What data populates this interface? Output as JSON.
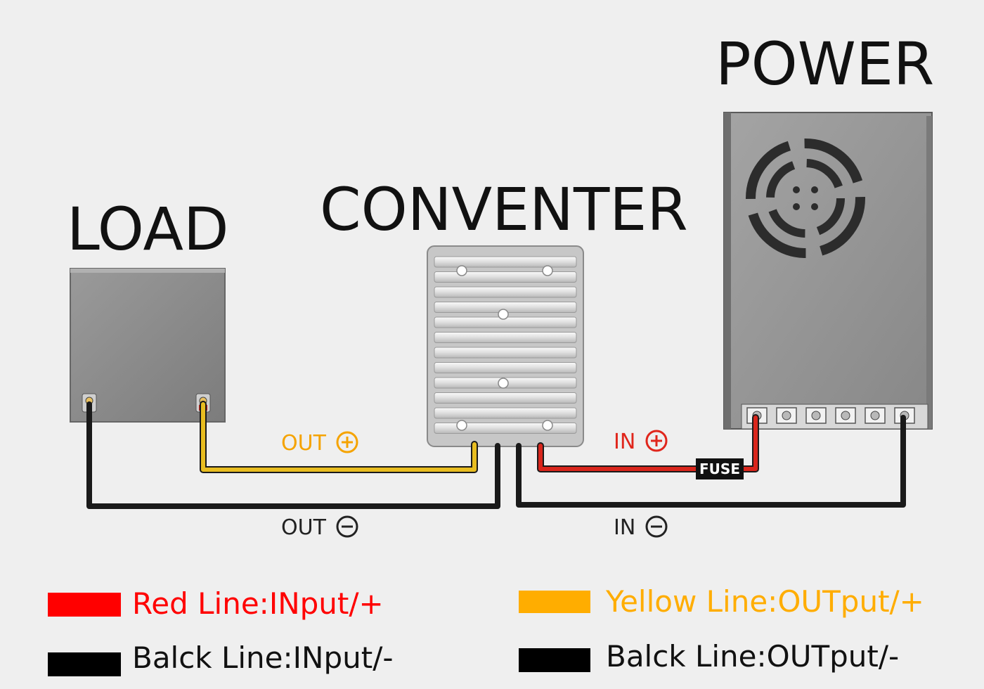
{
  "titles": {
    "load": "LOAD",
    "converter": "CONVENTER",
    "power": "POWER"
  },
  "wire_labels": {
    "out_plus": "OUT",
    "out_minus": "OUT",
    "in_plus": "IN",
    "in_minus": "IN",
    "fuse": "FUSE"
  },
  "legend": [
    {
      "color": "#ff0000",
      "text": "Red Line:INput/+",
      "text_color": "#ff0000"
    },
    {
      "color": "#ffad00",
      "text": "Yellow Line:OUTput/+",
      "text_color": "#ffad00"
    },
    {
      "color": "#000000",
      "text": "Balck Line:INput/-",
      "text_color": "#111111"
    },
    {
      "color": "#000000",
      "text": "Balck Line:OUTput/-",
      "text_color": "#111111"
    }
  ],
  "colors": {
    "red_wire": "#d9261c",
    "yellow_wire": "#e8bd20",
    "black_wire": "#1a1a1a",
    "out_label": "#f5a300",
    "in_plus_label": "#e0261c",
    "minus_label": "#222222"
  },
  "icons": {
    "plus": "circled-plus-icon",
    "minus": "circled-minus-icon",
    "fan": "fan-grille-icon"
  }
}
